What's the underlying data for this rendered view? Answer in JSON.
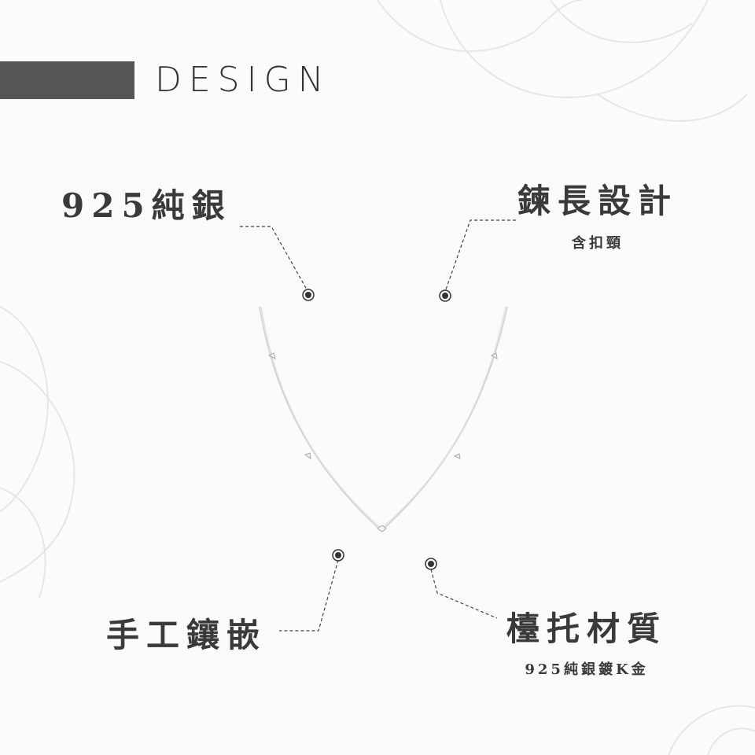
{
  "header": {
    "title": "DESIGN"
  },
  "features": [
    {
      "title": "925純銀"
    },
    {
      "title": "鍊長設計",
      "subtitle": "含扣頸"
    },
    {
      "title": "手工鑲嵌"
    },
    {
      "title": "檯托材質",
      "subtitle": "925純銀鍍K金"
    }
  ],
  "colors": {
    "bar": "#555555",
    "text": "#3a3a3a",
    "dot": "#333333"
  }
}
